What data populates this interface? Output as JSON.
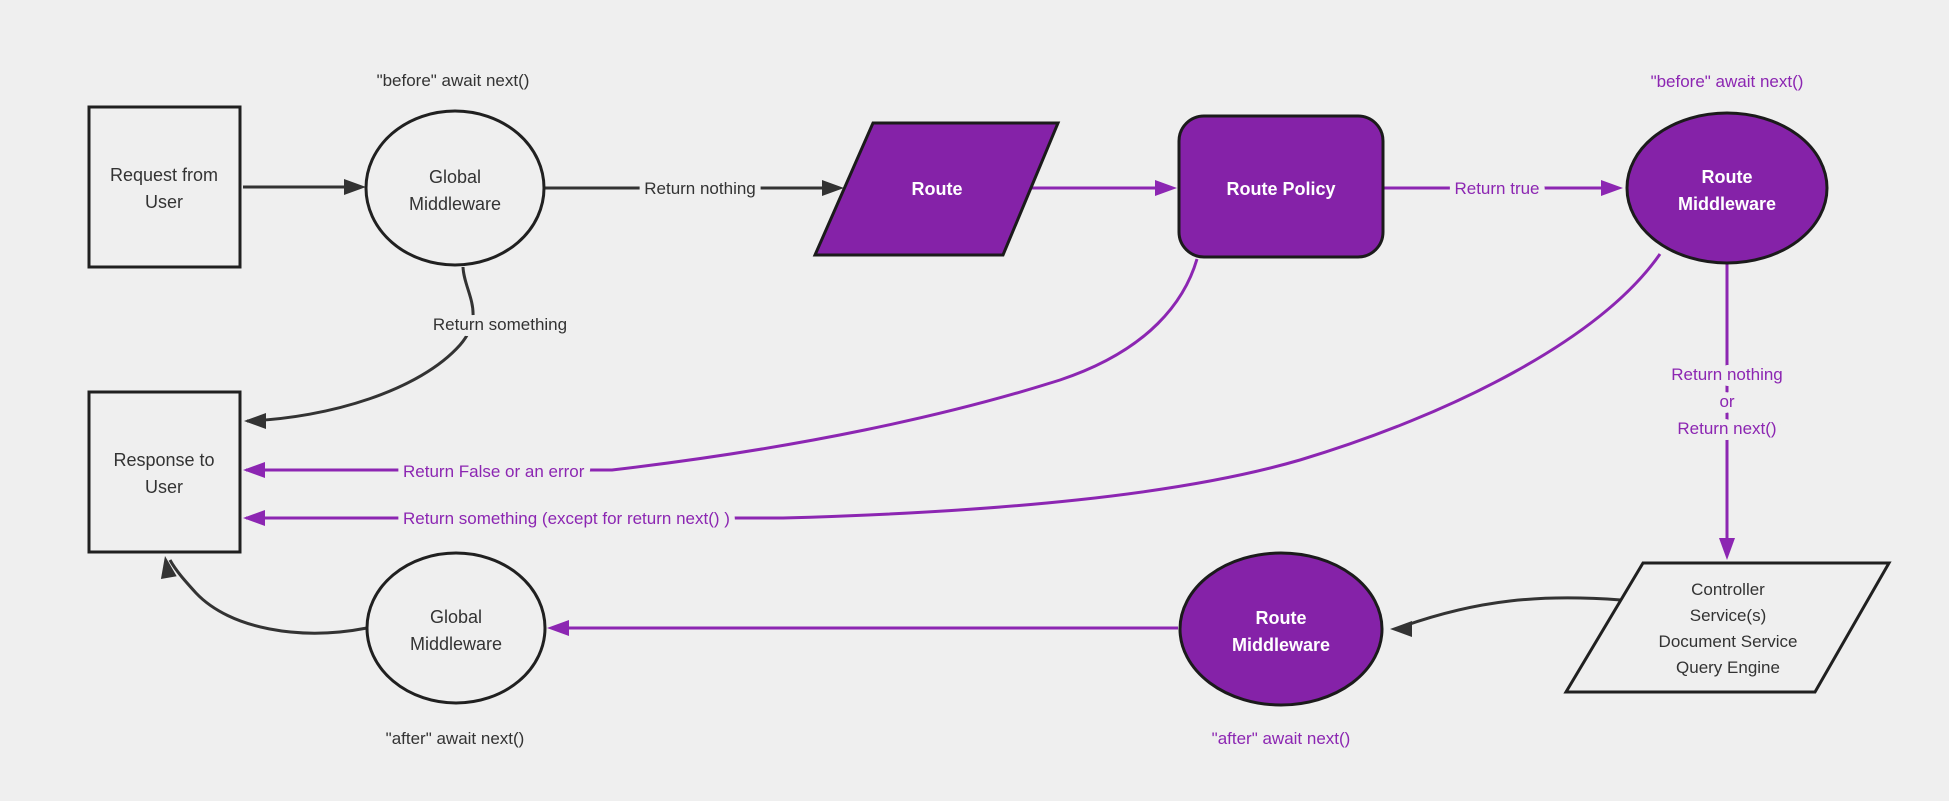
{
  "diagram_title": "Request / response lifecycle with global and route middlewares",
  "colors": {
    "background": "#efefef",
    "node_purple_fill": "#8522a8",
    "node_light_fill": "#efefef",
    "node_border": "#1f1f1f",
    "dark_line": "#333333",
    "purple_line": "#8c26b2",
    "node_text_dark": "#333333",
    "node_text_light": "#ffffff"
  },
  "nodes": {
    "request": {
      "l1": "Request from",
      "l2": "User"
    },
    "global_mw_top": {
      "l1": "Global",
      "l2": "Middleware"
    },
    "route": {
      "label": "Route"
    },
    "route_policy": {
      "label": "Route Policy"
    },
    "route_mw_top": {
      "l1": "Route",
      "l2": "Middleware"
    },
    "controller": {
      "l1": "Controller",
      "l2": "Service(s)",
      "l3": "Document Service",
      "l4": "Query Engine"
    },
    "route_mw_bottom": {
      "l1": "Route",
      "l2": "Middleware"
    },
    "global_mw_bottom": {
      "l1": "Global",
      "l2": "Middleware"
    },
    "response": {
      "l1": "Response to",
      "l2": "User"
    }
  },
  "edge_labels": {
    "before_global": "\"before\" await next()",
    "return_nothing": "Return nothing",
    "return_true": "Return true",
    "before_route": "\"before\" await next()",
    "return_nothing_or_l1": "Return nothing",
    "return_nothing_or_l2": "or",
    "return_nothing_or_l3": "Return next()",
    "return_something": "Return something",
    "return_false": "Return False or an error",
    "return_something_except": "Return something (except for return next() )",
    "after_route": "\"after\" await next()",
    "after_global": "\"after\" await next()"
  }
}
